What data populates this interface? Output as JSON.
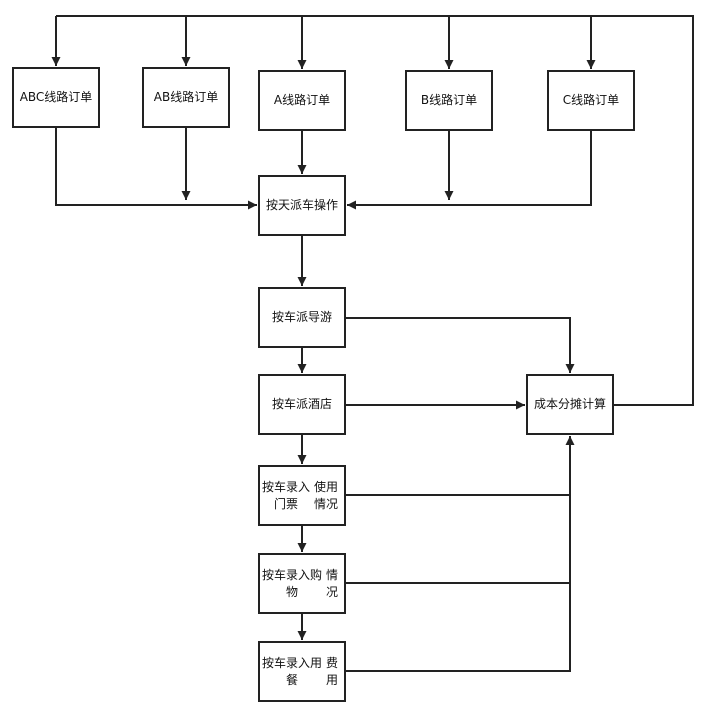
{
  "diagram": {
    "colors": {
      "line": "#222222",
      "box_border": "#222222",
      "text": "#111111",
      "background": "#ffffff"
    },
    "nodes": {
      "order_abc": {
        "label": "ABC线路订单"
      },
      "order_ab": {
        "label": "AB线路订单"
      },
      "order_a": {
        "label": "A线路订单"
      },
      "order_b": {
        "label": "B线路订单"
      },
      "order_c": {
        "label": "C线路订单"
      },
      "dispatch_by_day": {
        "label": "按天派车操作"
      },
      "assign_guide": {
        "label": "按车派导游"
      },
      "assign_hotel": {
        "label": "按车派酒店"
      },
      "ticket_usage": {
        "line1": "按车录入门票",
        "line2": "使用情况"
      },
      "shopping": {
        "line1": "按车录入购物",
        "line2": "情况"
      },
      "meal_cost": {
        "line1": "按车录入用餐",
        "line2": "费用"
      },
      "cost_allocation": {
        "label": "成本分摊计算"
      }
    }
  }
}
